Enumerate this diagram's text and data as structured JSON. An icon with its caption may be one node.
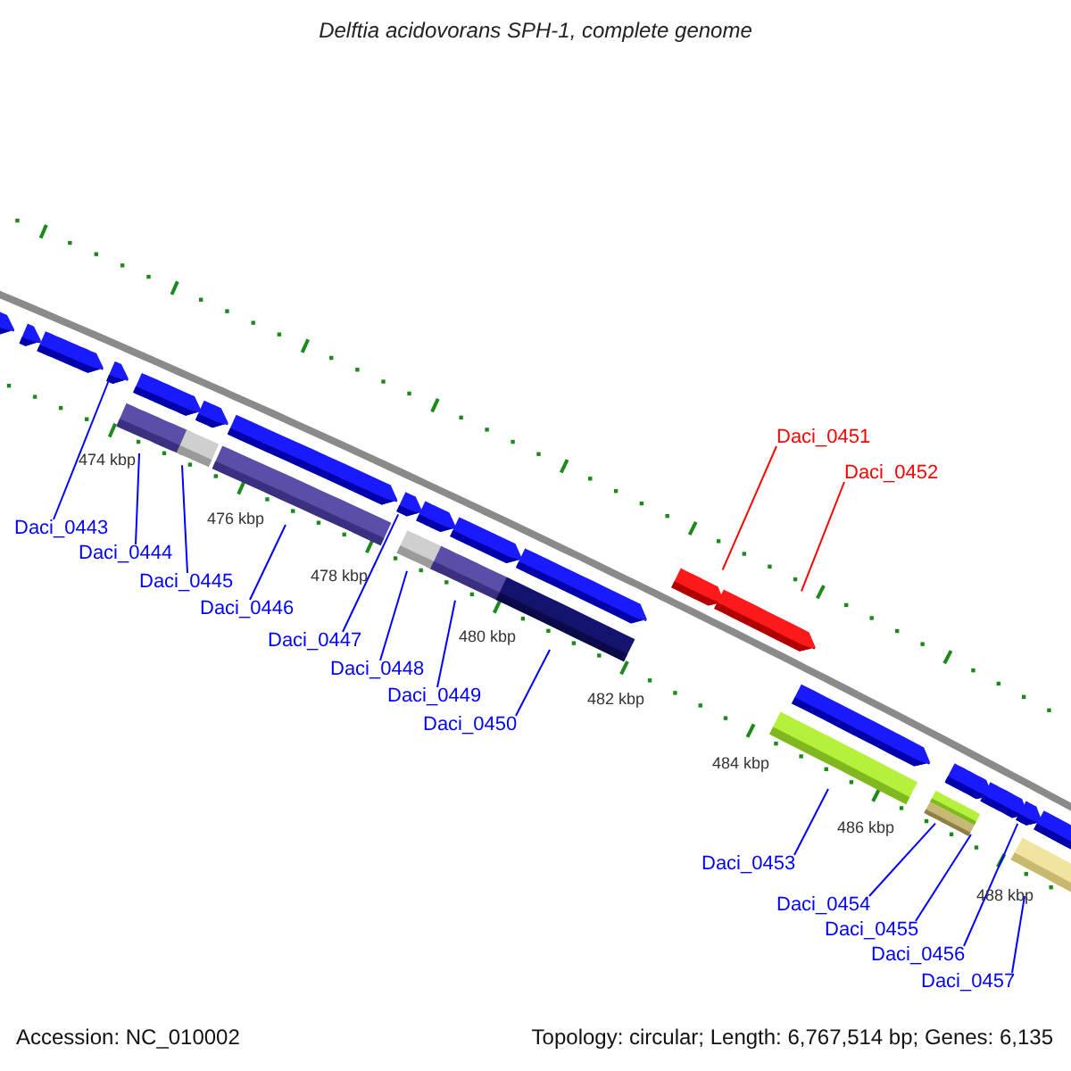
{
  "diagram": {
    "title": "Delftia acidovorans SPH-1, complete genome",
    "nodes": [
      {
        "text": [
          "Daci_0443"
        ]
      },
      {
        "text": [
          "Daci_0444"
        ]
      },
      {
        "text": [
          "Daci_0445"
        ]
      },
      {
        "text": [
          "Daci_0446"
        ]
      },
      {
        "text": [
          "Daci_0447"
        ]
      },
      {
        "text": [
          "Daci_0448"
        ]
      },
      {
        "text": [
          "Daci_0449"
        ]
      },
      {
        "text": [
          "Daci_0450"
        ]
      },
      {
        "text": [
          "Daci_0451"
        ]
      },
      {
        "text": [
          "Daci_0452"
        ]
      },
      {
        "text": [
          "Daci_0453"
        ]
      },
      {
        "text": [
          "Daci_0454"
        ]
      },
      {
        "text": [
          "Daci_0455"
        ]
      },
      {
        "text": [
          "Daci_0456"
        ]
      },
      {
        "text": [
          "Daci_0457"
        ]
      },
      {
        "text": [],
        "shape": "pentagon"
      },
      {
        "text": [],
        "shape": "pentagon"
      },
      {
        "text": [],
        "shape": "pentagon"
      },
      {
        "text": [],
        "shape": "pentagon"
      },
      {
        "text": [],
        "shape": "bar"
      },
      {
        "text": [],
        "shape": "pentagon"
      },
      {
        "text": [],
        "shape": "bar"
      },
      {
        "text": [],
        "shape": "pentagon"
      },
      {
        "text": [],
        "shape": "pentagon"
      },
      {
        "text": [],
        "shape": "bar"
      },
      {
        "text": [],
        "shape": "pentagon"
      },
      {
        "text": [],
        "shape": "bar"
      },
      {
        "text": [],
        "shape": "pentagon"
      },
      {
        "text": [],
        "shape": "bar"
      },
      {
        "text": [],
        "shape": "pentagon"
      },
      {
        "text": [],
        "shape": "bar"
      },
      {
        "text": [],
        "shape": "pentagon"
      },
      {
        "text": [],
        "shape": "pentagon"
      },
      {
        "text": [],
        "shape": "pentagon"
      },
      {
        "text": [],
        "shape": "bar"
      },
      {
        "text": [],
        "shape": "pentagon"
      },
      {
        "text": [],
        "shape": "bar"
      },
      {
        "text": [],
        "shape": "bar"
      },
      {
        "text": [],
        "shape": "pentagon"
      },
      {
        "text": [],
        "shape": "pentagon"
      },
      {
        "text": [],
        "shape": "pentagon"
      },
      {
        "text": [],
        "shape": "bar"
      },
      {
        "text": [],
        "shape": "pentagon"
      }
    ],
    "edges": [
      {
        "from": 0,
        "to": 18,
        "arrow": "none"
      },
      {
        "from": 1,
        "to": 19,
        "arrow": "none"
      },
      {
        "from": 2,
        "to": 21,
        "arrow": "none"
      },
      {
        "from": 3,
        "to": 24,
        "arrow": "none"
      },
      {
        "from": 4,
        "to": 25,
        "arrow": "none"
      },
      {
        "from": 5,
        "to": 26,
        "arrow": "none"
      },
      {
        "from": 6,
        "to": 28,
        "arrow": "none"
      },
      {
        "from": 7,
        "to": 30,
        "arrow": "none"
      },
      {
        "from": 8,
        "to": 32,
        "arrow": "none",
        "color": "#ff0000"
      },
      {
        "from": 9,
        "to": 33,
        "arrow": "none",
        "color": "#ff0000"
      },
      {
        "from": 10,
        "to": 34,
        "arrow": "none"
      },
      {
        "from": 11,
        "to": 36,
        "arrow": "none"
      },
      {
        "from": 12,
        "to": 37,
        "arrow": "none"
      },
      {
        "from": 13,
        "to": 40,
        "arrow": "none"
      },
      {
        "from": 14,
        "to": 41,
        "arrow": "none"
      }
    ],
    "labels": [
      "474 kbp",
      "476 kbp",
      "478 kbp",
      "480 kbp",
      "482 kbp",
      "484 kbp",
      "486 kbp",
      "488 kbp",
      "Accession: NC_010002",
      "Topology: circular; Length: 6,767,514 bp; Genes: 6,135"
    ]
  }
}
